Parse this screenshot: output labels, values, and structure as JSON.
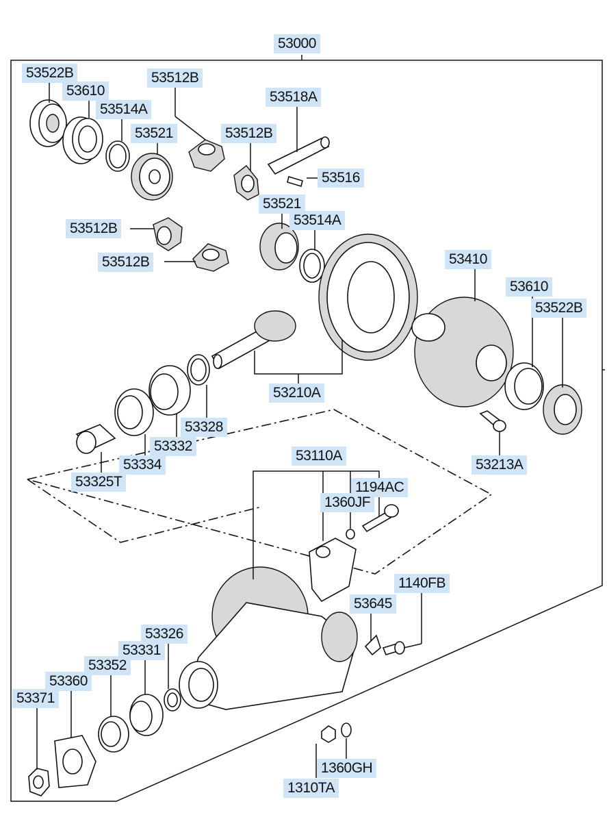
{
  "diagram": {
    "assembly": "53000",
    "labels": {
      "p53522B_a": "53522B",
      "p53610_a": "53610",
      "p53514A_a": "53514A",
      "p53512B_a": "53512B",
      "p53521_a": "53521",
      "p53518A": "53518A",
      "p53512B_b": "53512B",
      "p53516": "53516",
      "p53521_b": "53521",
      "p53514A_b": "53514A",
      "p53512B_c": "53512B",
      "p53512B_d": "53512B",
      "p53410": "53410",
      "p53610_b": "53610",
      "p53522B_b": "53522B",
      "p53210A": "53210A",
      "p53328": "53328",
      "p53332": "53332",
      "p53334": "53334",
      "p53325T": "53325T",
      "p53213A": "53213A",
      "p53110A": "53110A",
      "p1194AC": "1194AC",
      "p1360JF": "1360JF",
      "p1140FB": "1140FB",
      "p53645": "53645",
      "p53326": "53326",
      "p53331": "53331",
      "p53352": "53352",
      "p53360": "53360",
      "p53371": "53371",
      "p1360GH": "1360GH",
      "p1310TA": "1310TA"
    },
    "colors": {
      "label_bg": "#cfe5f7",
      "line": "#111111",
      "background": "#ffffff"
    }
  }
}
